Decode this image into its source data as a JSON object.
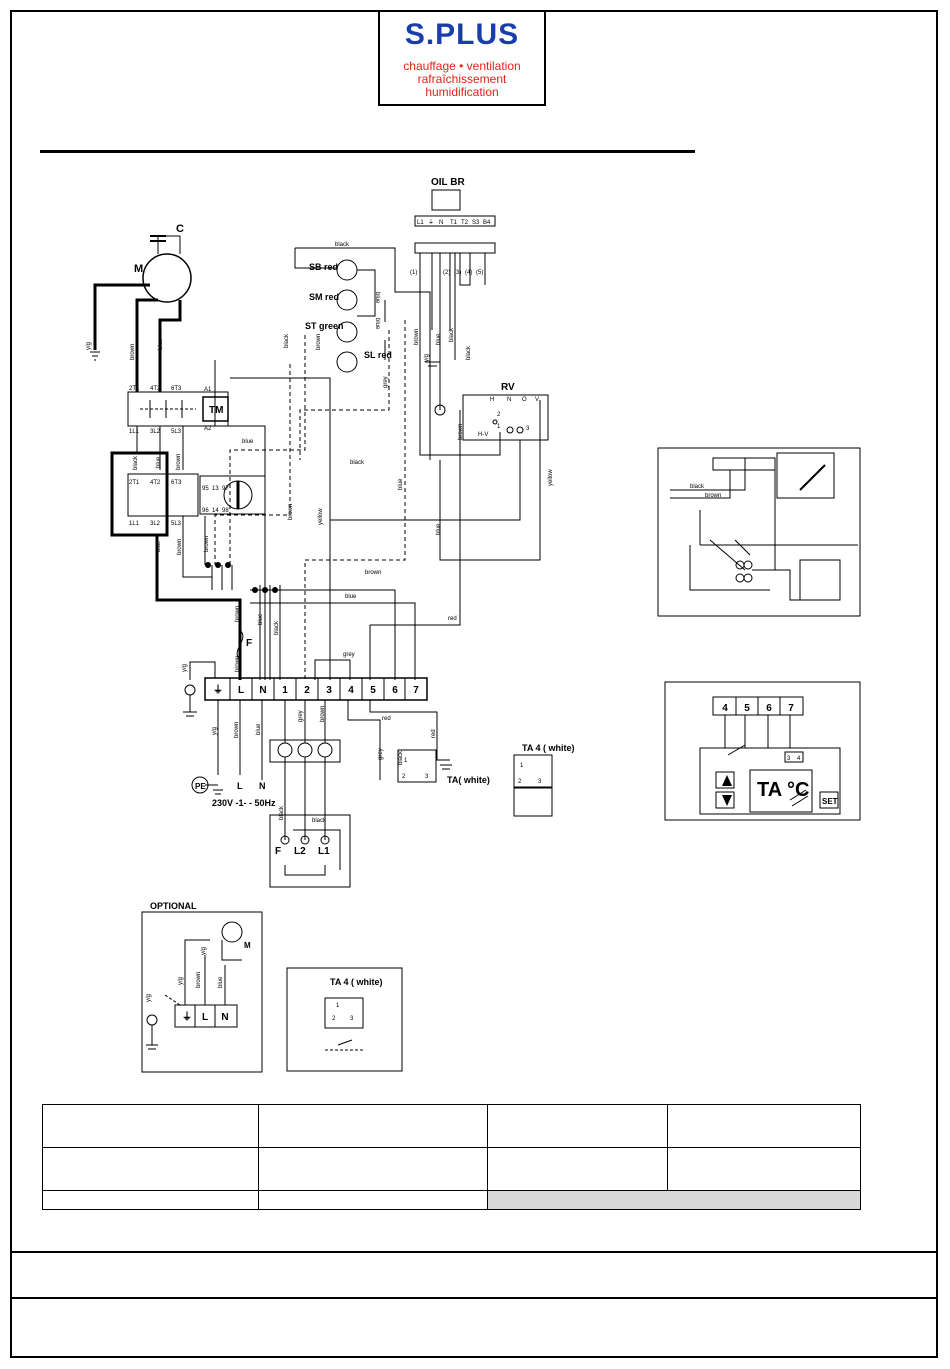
{
  "logo": {
    "brand": "S.PLUS",
    "tagline1": "chauffage • ventilation",
    "tagline2": "rafraîchissement",
    "tagline3": "humidification"
  },
  "diagram": {
    "motor": {
      "label": "M",
      "capacitor": "C"
    },
    "contactor": {
      "top_terminals": [
        "2T1",
        "4T2",
        "6T3"
      ],
      "coil": "TM",
      "bottom_terminals": [
        "1L1",
        "3L2",
        "5L3"
      ],
      "coil_terminals": [
        "A1",
        "A2"
      ]
    },
    "relay": {
      "top_terminals": [
        "2T1",
        "4T2",
        "6T3"
      ],
      "bottom_terminals": [
        "1L1",
        "3L2",
        "5L3"
      ],
      "aux": [
        "95",
        "96",
        "13",
        "14",
        "97",
        "98"
      ]
    },
    "oil_burner": {
      "label": "OIL BR",
      "terminals": [
        "L1",
        "⏚",
        "N",
        "T1",
        "T2",
        "S3",
        "B4"
      ],
      "markers": [
        "(1)",
        "(2)",
        "(3)",
        "(4)",
        "(5)"
      ]
    },
    "lamps": [
      {
        "label": "SB red"
      },
      {
        "label": "SM red"
      },
      {
        "label": "ST green"
      },
      {
        "label": "SL red"
      }
    ],
    "rv": {
      "label": "RV",
      "terminals": [
        "H",
        "N",
        "O",
        "V"
      ],
      "marks": [
        "2",
        "1",
        "3",
        "H-V"
      ]
    },
    "terminal_block": [
      "⏚",
      "L",
      "N",
      "1",
      "2",
      "3",
      "4",
      "5",
      "6",
      "7"
    ],
    "fuse": "F",
    "supply": {
      "label": "230V -1- - 50Hz",
      "pe": "PE",
      "l": "L",
      "n": "N"
    },
    "switch": {
      "labels": [
        "F",
        "L2",
        "L1"
      ]
    },
    "ta": {
      "label": "TA( white)",
      "pins": [
        "1",
        "2",
        "3"
      ]
    },
    "ta4": {
      "label": "TA 4 ( white)",
      "pins": [
        "1",
        "2",
        "3"
      ]
    },
    "optional": {
      "label": "OPTIONAL",
      "terminals": [
        "⏚",
        "L",
        "N"
      ],
      "motor": "M"
    },
    "ta4_box": {
      "label": "TA 4 ( white)",
      "pins": [
        "1",
        "2",
        "3"
      ]
    },
    "thermostat": {
      "terminals": [
        "4",
        "5",
        "6",
        "7"
      ],
      "display": "TA °C",
      "set": "SET",
      "relay": [
        "3",
        "4"
      ]
    },
    "wire_colors": {
      "black": "black",
      "brown": "brown",
      "blue": "blue",
      "yellow": "yellow",
      "grey": "grey",
      "red": "red",
      "yg": "y/g"
    }
  },
  "info_table": {
    "rows": [
      [
        "",
        "",
        "",
        ""
      ],
      [
        "",
        "",
        "",
        ""
      ],
      [
        "",
        ""
      ]
    ]
  },
  "footer": {
    "line1": "",
    "line2": ""
  }
}
